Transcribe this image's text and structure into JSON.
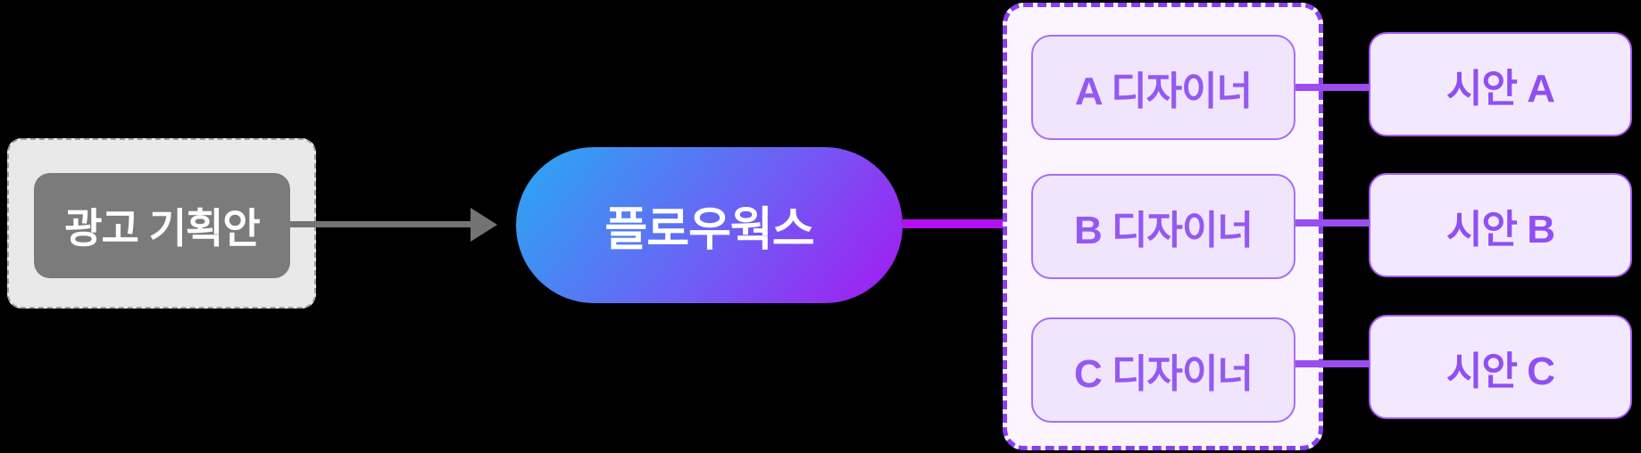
{
  "flow": {
    "input": {
      "label": "광고 기획안"
    },
    "hub": {
      "label": "플로우웍스"
    },
    "designers": [
      {
        "id": "A",
        "label": "A 디자이너",
        "output_label": "시안 A"
      },
      {
        "id": "B",
        "label": "B 디자이너",
        "output_label": "시안 B"
      },
      {
        "id": "C",
        "label": "C 디자이너",
        "output_label": "시안 C"
      }
    ]
  },
  "colors": {
    "background": "#000000",
    "input_group_bg": "#e9e9e9",
    "input_group_border": "#9e9e9e",
    "input_node_bg": "#7b7b7b",
    "input_node_text": "#ffffff",
    "arrow": "#737373",
    "hub_gradient_start": "#27aaf3",
    "hub_gradient_end": "#a419f1",
    "hub_text": "#ffffff",
    "hub_connector": "#b30ff2",
    "designers_group_bg": "#faf5fe",
    "designers_group_border": "#8b3df0",
    "designer_node_bg": "#f0e5fc",
    "designer_node_border": "#a76ef2",
    "designer_node_text": "#9459f2",
    "output_connector": "#9b4cf3",
    "output_node_bg": "#f3e9fe",
    "output_node_border": "#a75bf5",
    "output_node_text": "#8f4ff2"
  }
}
